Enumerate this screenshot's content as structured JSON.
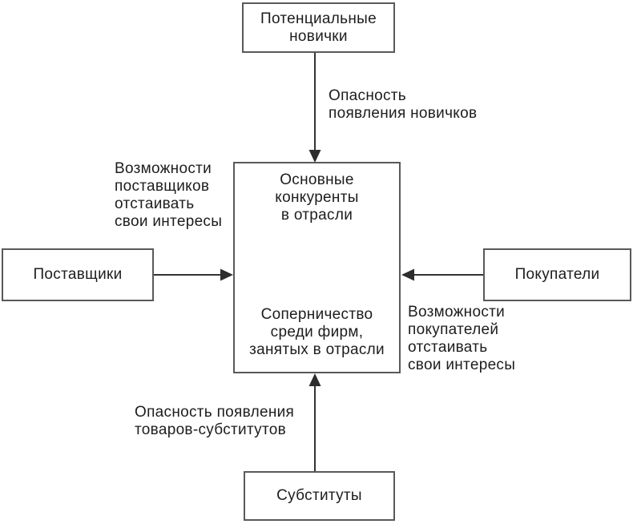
{
  "boxes": {
    "potential_entrants": "Потенциальные\nновички",
    "suppliers": "Поставщики",
    "buyers": "Покупатели",
    "substitutes": "Субституты",
    "center_title": "Основные\nконкуренты\nв отрасли",
    "center_subtitle": "Соперничество\nсреди фирм,\nзанятых в отрасли"
  },
  "notes": {
    "entrants_threat": "Опасность\nпоявления новичков",
    "suppliers_power": "Возможности\nпоставщиков\nотстаивать\nсвои интересы",
    "buyers_power": "Возможности\nпокупателей\nотстаивать\nсвои интересы",
    "substitutes_threat": "Опасность появления\nтоваров-субститутов"
  },
  "colors": {
    "background": "#ffffff",
    "box_border": "#595959",
    "connector": "#333333",
    "text": "#1d1d1d"
  }
}
